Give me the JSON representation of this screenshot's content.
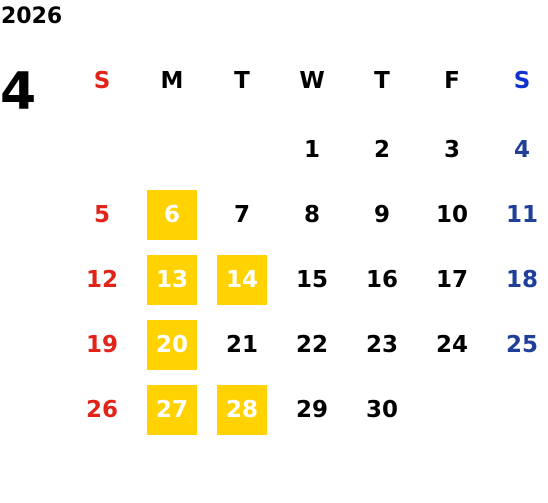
{
  "year": "2026",
  "month": "4",
  "weekdays": [
    "S",
    "M",
    "T",
    "W",
    "T",
    "F",
    "S"
  ],
  "colors": {
    "sunday": "#e2231a",
    "saturday": "#1f3f99",
    "saturday_header": "#1032cf",
    "highlight_bg": "#ffd200",
    "highlight_text": "#ffffff"
  },
  "weeks": [
    [
      "",
      "",
      "",
      "1",
      "2",
      "3",
      "4"
    ],
    [
      "5",
      "6",
      "7",
      "8",
      "9",
      "10",
      "11"
    ],
    [
      "12",
      "13",
      "14",
      "15",
      "16",
      "17",
      "18"
    ],
    [
      "19",
      "20",
      "21",
      "22",
      "23",
      "24",
      "25"
    ],
    [
      "26",
      "27",
      "28",
      "29",
      "30",
      "",
      ""
    ]
  ],
  "highlighted_days": [
    "6",
    "13",
    "14",
    "20",
    "27",
    "28"
  ]
}
